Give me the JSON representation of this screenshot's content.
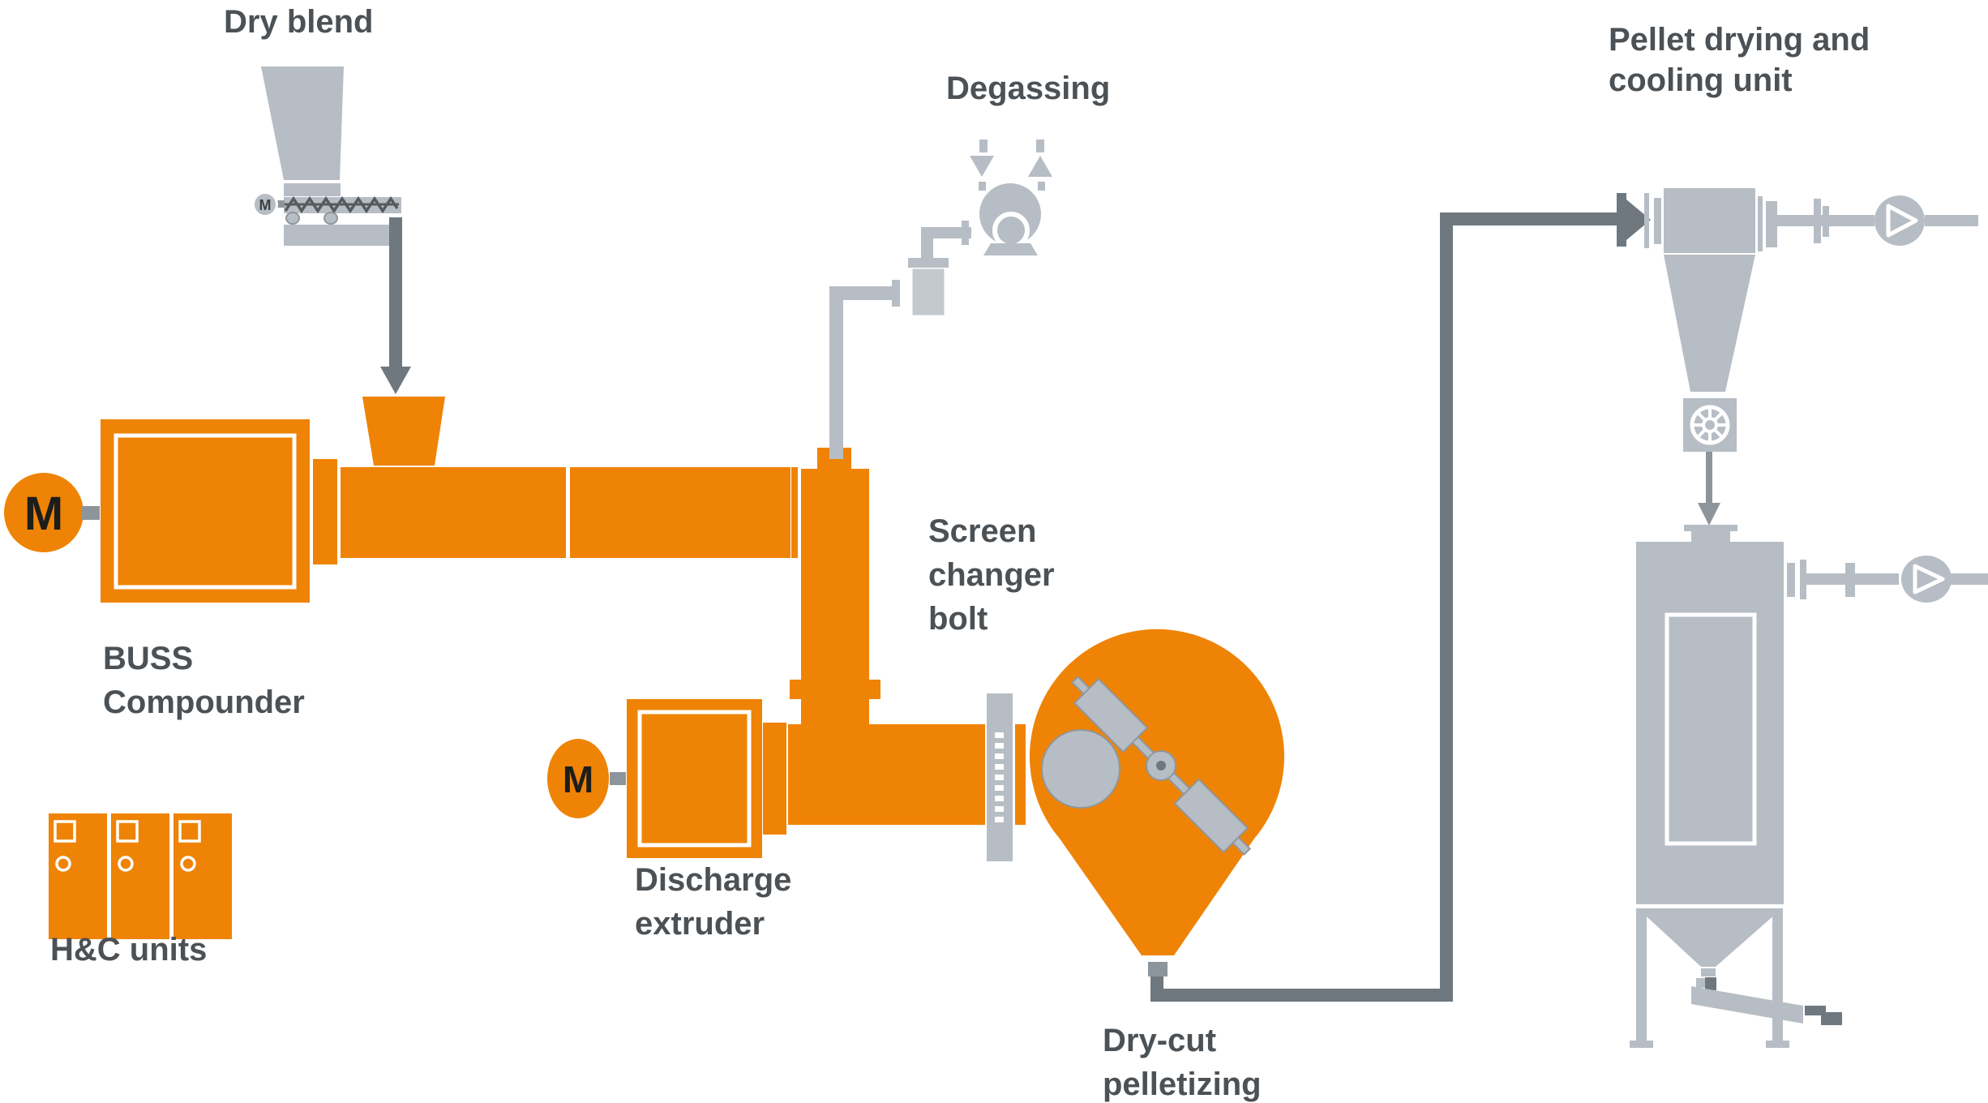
{
  "colors": {
    "orange": "#ef8305",
    "machine_gray": "#b7bdc4",
    "vessel_gray": "#c3c9cf",
    "pipe_gray": "#6f787e",
    "mid_gray": "#8d959c",
    "screw_dark": "#565b5f",
    "text_gray": "#4c5155",
    "motor_letter": "#1d1d1b"
  },
  "icons": {
    "motor": "circle with letter M",
    "blower": "circle with right-pointing triangle",
    "rotary_valve": "square with spoked wheel",
    "vacuum_pump": "circle with eccentric rotor and up/down arrows"
  },
  "equipment": {
    "feeder": {
      "label": "Dry blend",
      "motor": "M"
    },
    "compounder": {
      "label_line1": "BUSS",
      "label_line2": "Compounder",
      "motor": "M"
    },
    "hc_units": {
      "label": "H&C units"
    },
    "degassing": {
      "label": "Degassing"
    },
    "screen_changer": {
      "label_line1": "Screen",
      "label_line2": "changer",
      "label_line3": "bolt"
    },
    "discharge_extruder": {
      "label_line1": "Discharge",
      "label_line2": "extruder",
      "motor": "M"
    },
    "pelletizer": {
      "label_line1": "Dry-cut",
      "label_line2": "pelletizing"
    },
    "drying_unit": {
      "label_line1": "Pellet drying and",
      "label_line2": "cooling unit"
    }
  }
}
